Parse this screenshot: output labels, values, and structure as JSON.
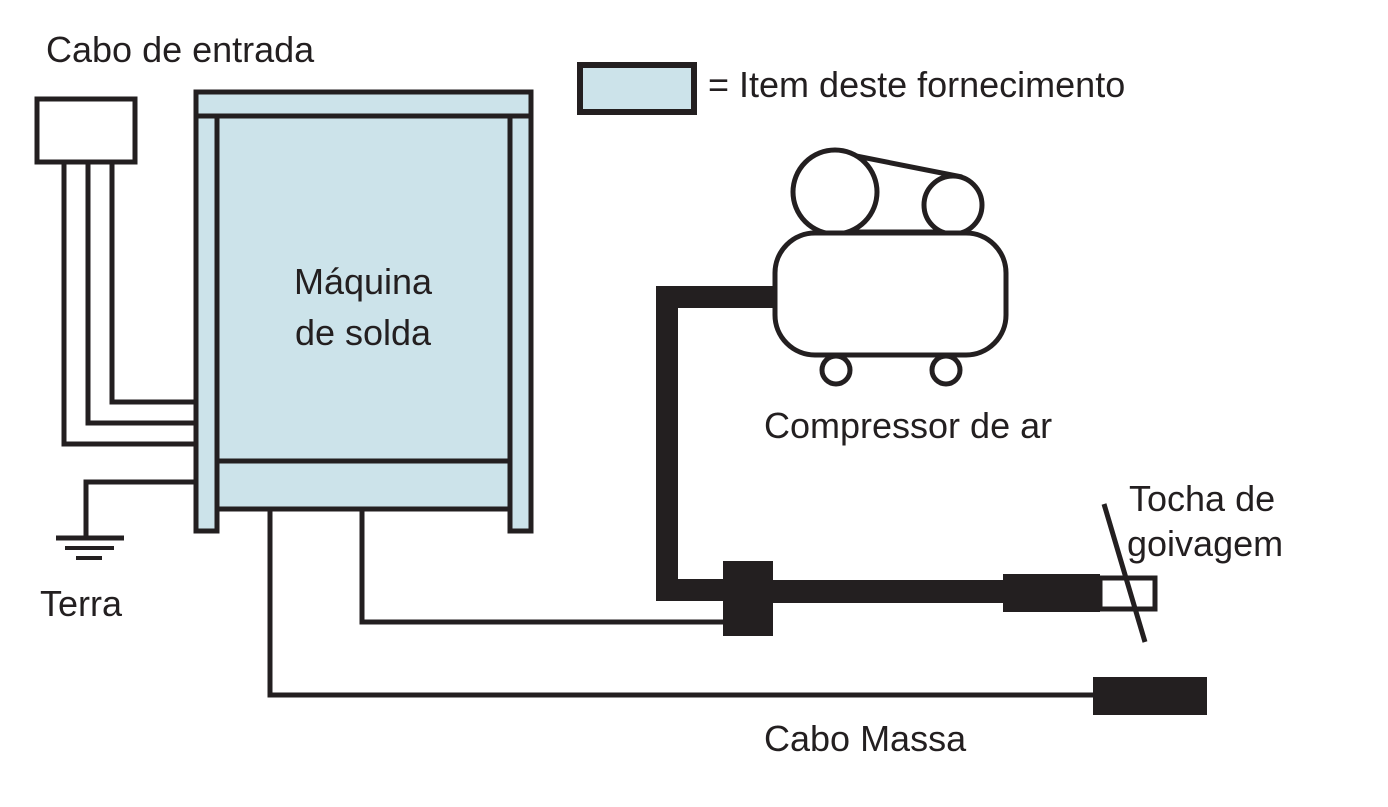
{
  "labels": {
    "input_cable": "Cabo de entrada",
    "legend": "= Item deste fornecimento",
    "machine_line1": "Máquina",
    "machine_line2": "de solda",
    "compressor": "Compressor de ar",
    "torch_line1": "Tocha de",
    "torch_line2": "goivagem",
    "ground": "Terra",
    "ground_cable": "Cabo Massa"
  },
  "colors": {
    "supplied_item_fill": "#cce3ea",
    "line": "#231f20",
    "background": "#ffffff"
  }
}
